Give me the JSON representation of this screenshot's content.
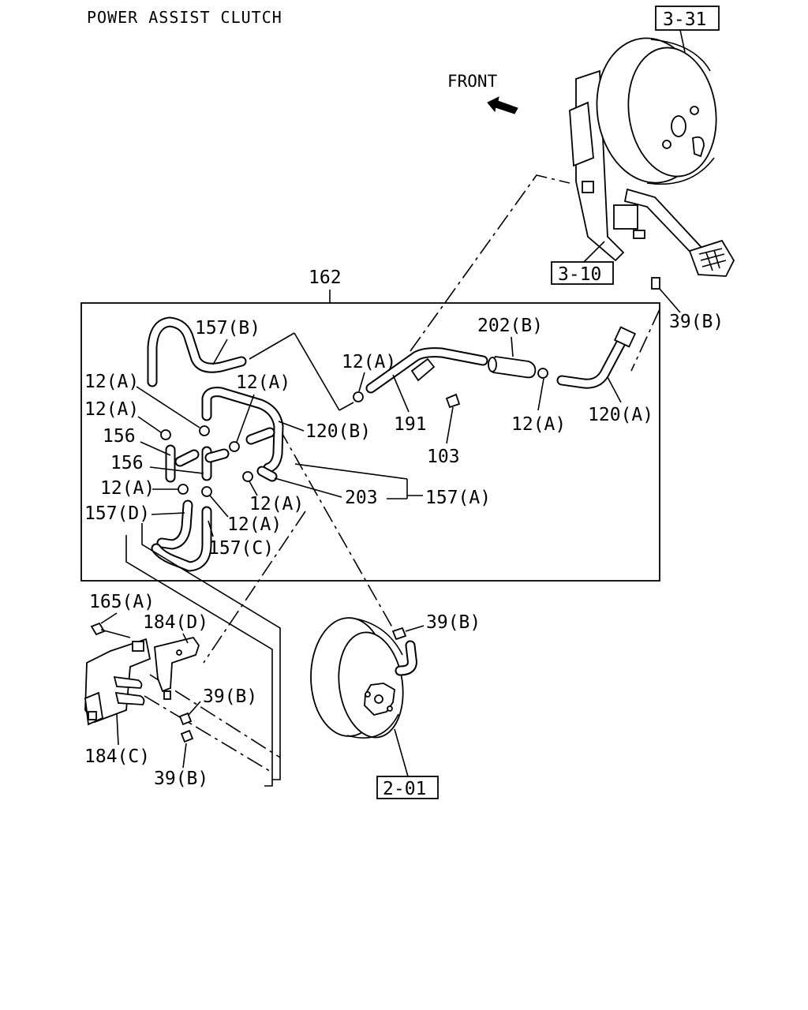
{
  "title": "POWER ASSIST CLUTCH",
  "front_label": "FRONT",
  "refs": {
    "r331": "3-31",
    "r310": "3-10",
    "r201": "2-01"
  },
  "labels": {
    "l162": "162",
    "l157b": "157(B)",
    "l202b": "202(B)",
    "l39b_top": "39(B)",
    "l12a_top": "12(A)",
    "l12a_left1": "12(A)",
    "l12a_mid1": "12(A)",
    "l12a_left2": "12(A)",
    "l156_1": "156",
    "l156_2": "156",
    "l120b": "120(B)",
    "l191": "191",
    "l12a_right": "12(A)",
    "l120a": "120(A)",
    "l103": "103",
    "l12a_left3": "12(A)",
    "l203": "203",
    "l157a": "157(A)",
    "l12a_low1": "12(A)",
    "l157d": "157(D)",
    "l12a_low2": "12(A)",
    "l157c": "157(C)",
    "l165a": "165(A)",
    "l184d": "184(D)",
    "l39b_mid": "39(B)",
    "l39b_low1": "39(B)",
    "l184c": "184(C)",
    "l39b_low2": "39(B)"
  }
}
